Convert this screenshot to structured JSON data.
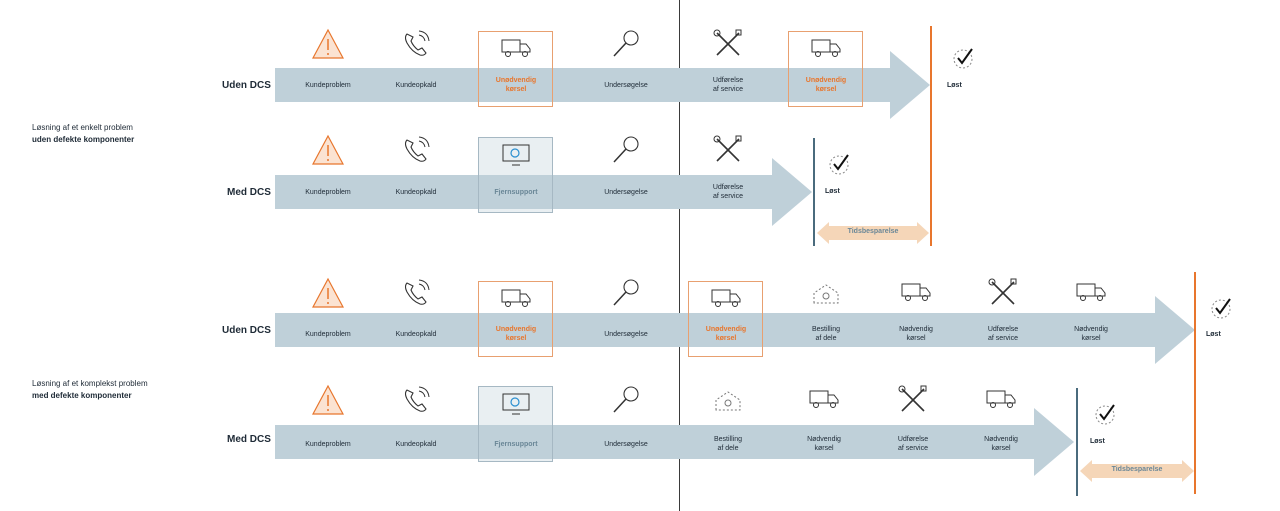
{
  "groups": [
    {
      "line1": "Løsning af et enkelt problem",
      "line2": "uden defekte komponenter"
    },
    {
      "line1": "Løsning af et komplekst problem",
      "line2": "med defekte komponenter"
    }
  ],
  "rows": [
    {
      "label": "Uden DCS",
      "steps": [
        {
          "text": "Kundeproblem",
          "icon": "warning-icon"
        },
        {
          "text": "Kundeopkald",
          "icon": "phone-icon"
        },
        {
          "text": "Unødvendig\nkørsel",
          "icon": "truck-icon",
          "highlight": "unnecessary"
        },
        {
          "text": "Undersøgelse",
          "icon": "magnifier-icon"
        },
        {
          "text": "Udførelse\naf service",
          "icon": "tools-icon"
        },
        {
          "text": "Unødvendig\nkørsel",
          "icon": "truck-icon",
          "highlight": "unnecessary"
        }
      ],
      "solved": "Løst"
    },
    {
      "label": "Med DCS",
      "steps": [
        {
          "text": "Kundeproblem",
          "icon": "warning-icon"
        },
        {
          "text": "Kundeopkald",
          "icon": "phone-icon"
        },
        {
          "text": "Fjernsupport",
          "icon": "remote-monitor-icon",
          "highlight": "remote"
        },
        {
          "text": "Undersøgelse",
          "icon": "magnifier-icon"
        },
        {
          "text": "Udførelse\naf service",
          "icon": "tools-icon"
        }
      ],
      "solved": "Løst",
      "savings": "Tidsbesparelse"
    },
    {
      "label": "Uden DCS",
      "steps": [
        {
          "text": "Kundeproblem",
          "icon": "warning-icon"
        },
        {
          "text": "Kundeopkald",
          "icon": "phone-icon"
        },
        {
          "text": "Unødvendig\nkørsel",
          "icon": "truck-icon",
          "highlight": "unnecessary"
        },
        {
          "text": "Undersøgelse",
          "icon": "magnifier-icon"
        },
        {
          "text": "Unødvendig\nkørsel",
          "icon": "truck-icon",
          "highlight": "unnecessary"
        },
        {
          "text": "Bestilling\naf dele",
          "icon": "parts-icon"
        },
        {
          "text": "Nødvendig\nkørsel",
          "icon": "truck-icon"
        },
        {
          "text": "Udførelse\naf service",
          "icon": "tools-icon"
        },
        {
          "text": "Nødvendig\nkørsel",
          "icon": "truck-icon"
        }
      ],
      "solved": "Løst"
    },
    {
      "label": "Med DCS",
      "steps": [
        {
          "text": "Kundeproblem",
          "icon": "warning-icon"
        },
        {
          "text": "Kundeopkald",
          "icon": "phone-icon"
        },
        {
          "text": "Fjernsupport",
          "icon": "remote-monitor-icon",
          "highlight": "remote"
        },
        {
          "text": "Undersøgelse",
          "icon": "magnifier-icon"
        },
        {
          "text": "Bestilling\naf dele",
          "icon": "parts-icon"
        },
        {
          "text": "Nødvendig\nkørsel",
          "icon": "truck-icon"
        },
        {
          "text": "Udførelse\naf service",
          "icon": "tools-icon"
        },
        {
          "text": "Nødvendig\nkørsel",
          "icon": "truck-icon"
        }
      ],
      "solved": "Løst",
      "savings": "Tidsbesparelse"
    }
  ],
  "colors": {
    "arrow": "#bfd0d9",
    "highlight_orange": "#e8762d",
    "remote_text": "#6a8797",
    "solved_line_blue": "#4a6b7d",
    "savings_fill": "#f5d6b8"
  }
}
